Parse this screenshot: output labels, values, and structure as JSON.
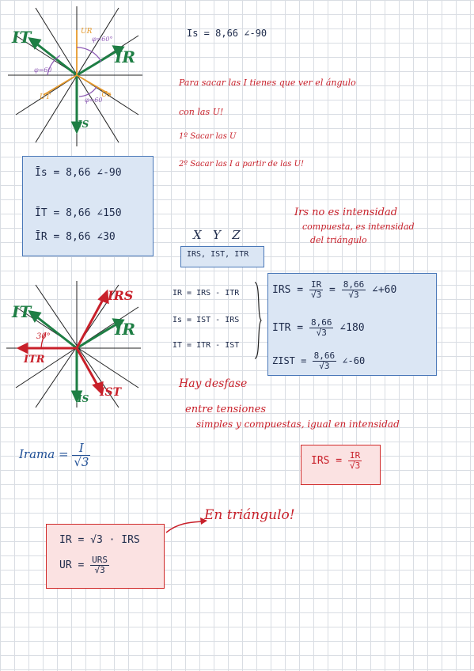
{
  "top": {
    "is_result": "Is = 8,66 ∠-90",
    "note_line1": "Para sacar las I tienes que ver el ángulo",
    "note_line2": "con las U!",
    "step1": "1º Sacar las U",
    "step2": "2º Sacar las I a partir de las U!"
  },
  "diagram1": {
    "labels": {
      "i_t": "IT",
      "i_r": "IR",
      "i_s": "IS",
      "u_r": "UR",
      "u_s": "Us",
      "u_t": "UT"
    },
    "angles": [
      "φ=60°",
      "φ=60",
      "φ=60"
    ]
  },
  "currents_box": {
    "lines": [
      "Īs = 8,66 ∠-90",
      "ĪT = 8,66 ∠150",
      "ĪR = 8,66 ∠30"
    ]
  },
  "red_note": {
    "line1": "Irs no es intensidad",
    "line2": "compuesta, es intensidad",
    "line3": "del triángulo"
  },
  "xyz": {
    "letters": "X   Y   Z",
    "box": "IRS, IST, ITR"
  },
  "diagram2": {
    "labels": {
      "i_t": "IT",
      "i_rs": "IRS",
      "i_r": "IR",
      "i_tr": "ITR",
      "i_s": "IS",
      "i_st": "IST"
    },
    "angle": "30°"
  },
  "equations": [
    "IR = IRS - ITR",
    "Is = IST - IRS",
    "IT = ITR - IST"
  ],
  "phase_box": {
    "rows": [
      {
        "lhs": "IRS =",
        "num1": "IR",
        "den1": "√3",
        "eq": "=",
        "num2": "8,66",
        "den2": "√3",
        "angle": "∠+60"
      },
      {
        "lhs": "ITR =",
        "num2": "8,66",
        "den2": "√3",
        "angle": "∠180"
      },
      {
        "lhs": "ZIST =",
        "num2": "8,66",
        "den2": "√3",
        "angle": "∠-60"
      }
    ]
  },
  "desfase_note": {
    "line1": "Hay desfase",
    "line2": "entre tensiones",
    "line3": "simples y compuestas, igual en intensidad"
  },
  "irama": {
    "lhs": "Irama =",
    "num": "I",
    "den": "√3"
  },
  "irs_box": {
    "lhs": "IRS =",
    "num": "IR",
    "den": "√3"
  },
  "triangle_note": "En triángulo!",
  "triangle_box": {
    "line1": "IR = √3 · IRS",
    "line2_lhs": "UR =",
    "num": "URS",
    "den": "√3"
  },
  "colors": {
    "red": "#c8202a",
    "green": "#1e7e44",
    "orange": "#e69a2c",
    "purple": "#8e5bb5",
    "blue_box": "#dbe6f4",
    "red_box": "#fbe2e2"
  }
}
